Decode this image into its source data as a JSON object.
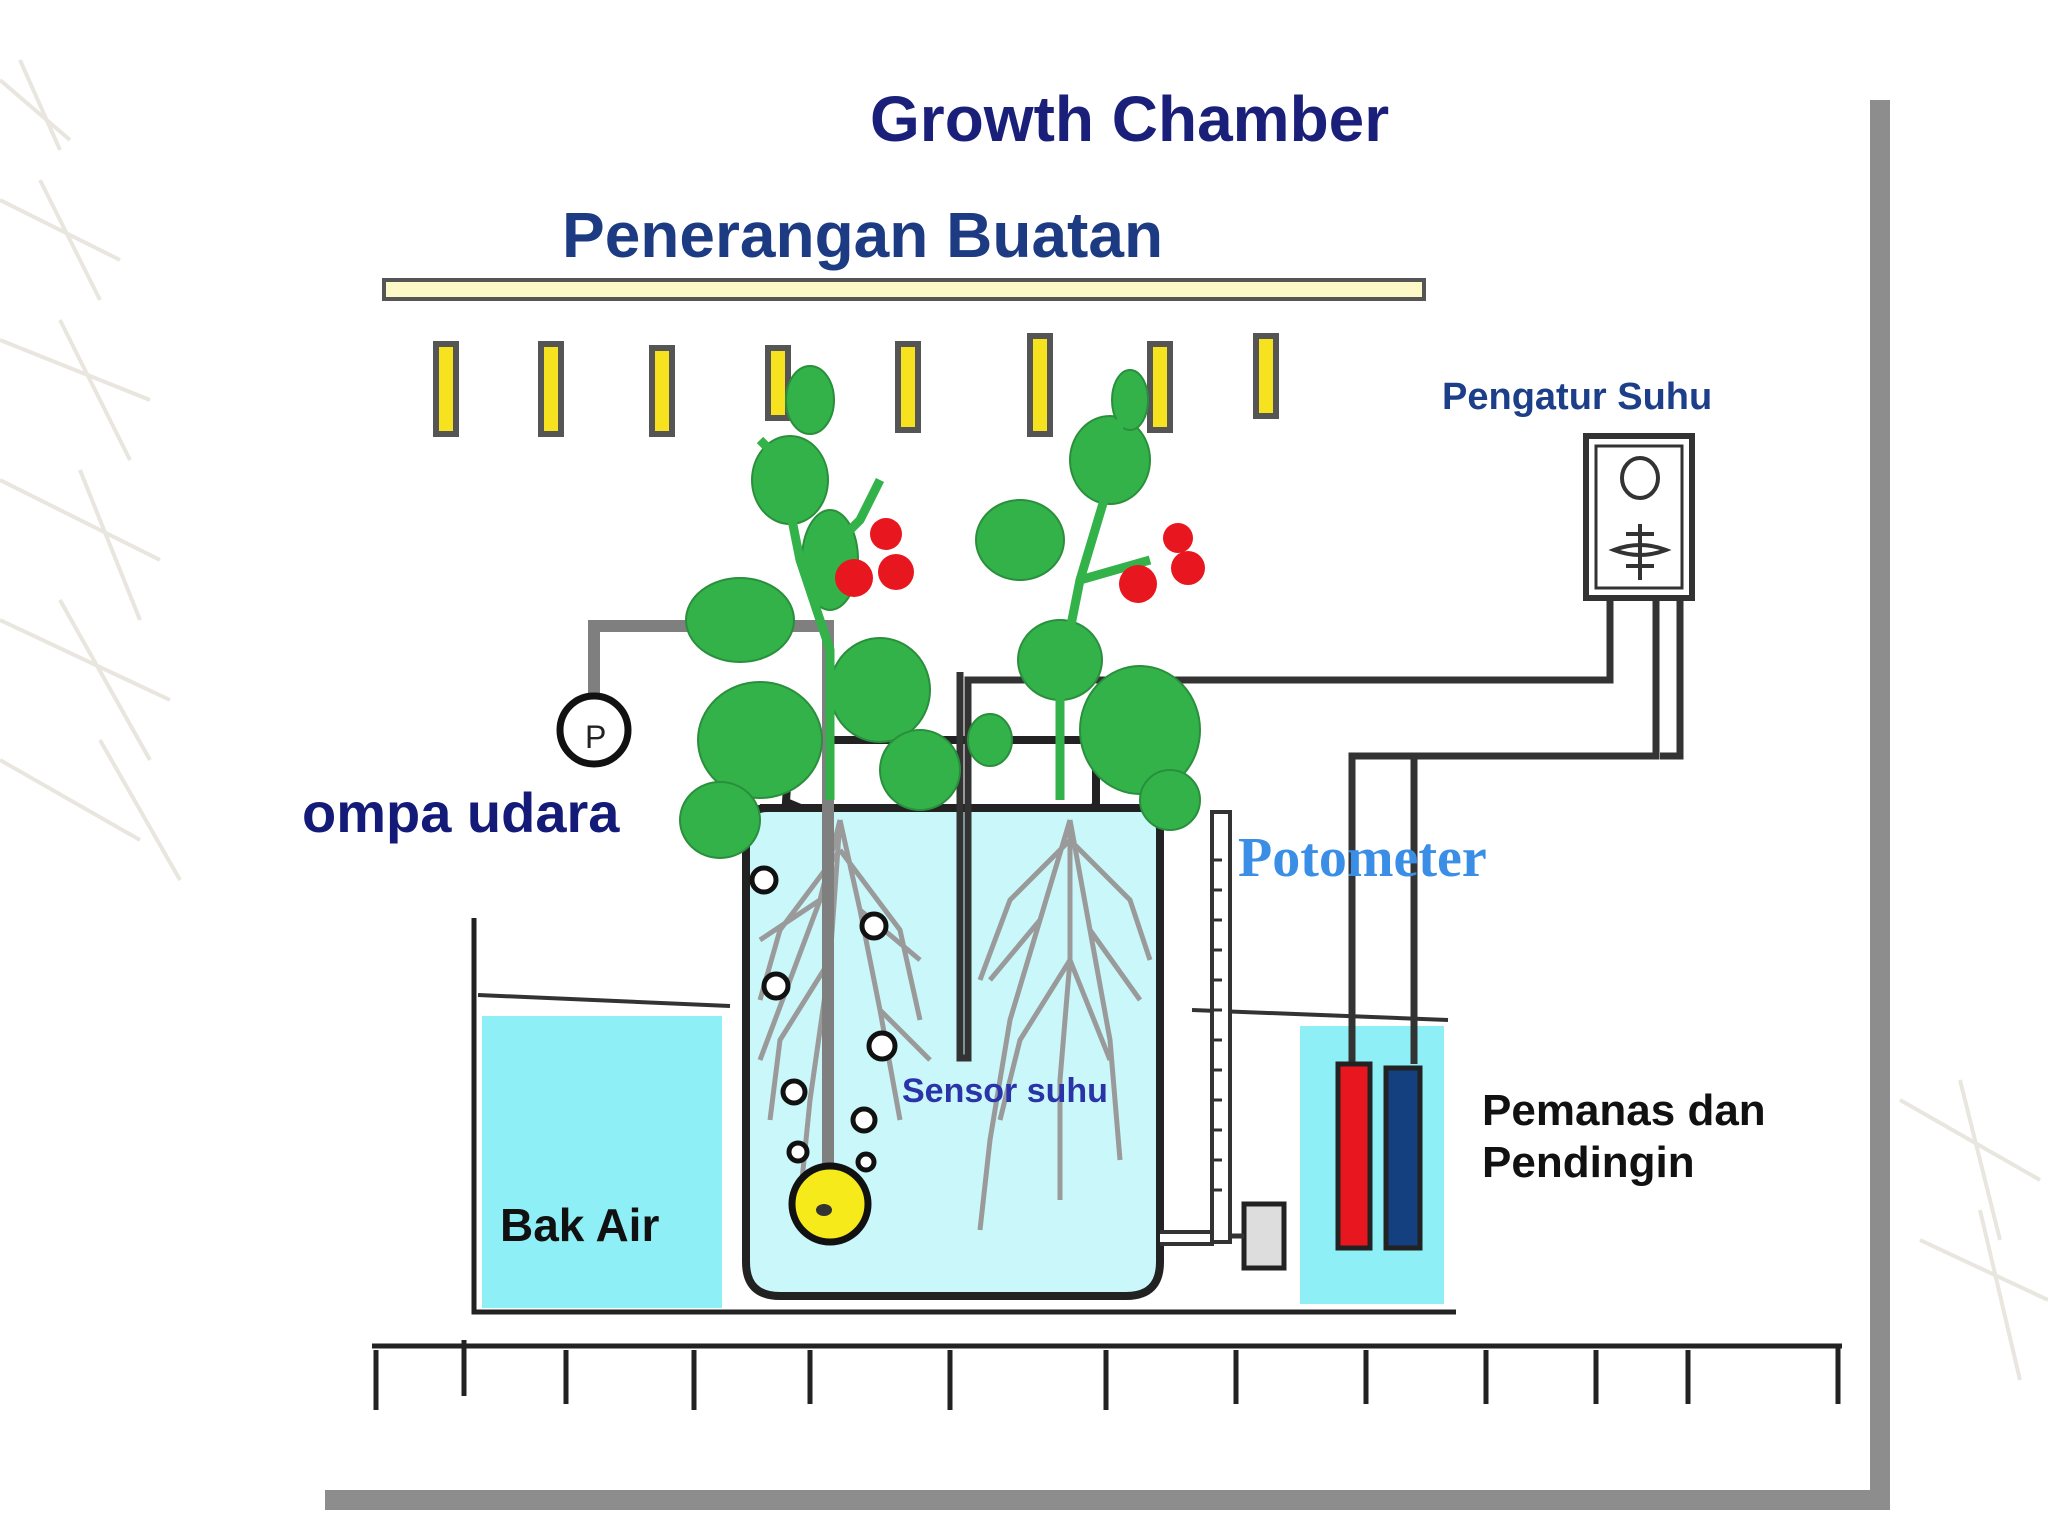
{
  "title": "Growth Chamber",
  "labels": {
    "artificial_light": "Penerangan Buatan",
    "thermostat": "Pengatur Suhu",
    "air_pump": "ompa udara",
    "potometer": "Potometer",
    "temperature_sensor": "Sensor suhu",
    "heater_cooler_line1": "Pemanas dan",
    "heater_cooler_line2": "Pendingin",
    "water_tank": "Bak Air",
    "pump_symbol": "P"
  },
  "colors": {
    "title": "#1a1f7a",
    "light_bar": "#fdf8c8",
    "light_ray": "#f6e21f",
    "water": "#8ef0f6",
    "container_water": "#c9f7fa",
    "leaf": "#33b24a",
    "tomato": "#e8161f",
    "heater": "#e8161f",
    "cooler": "#14407f",
    "frame_shadow": "#8d8d8d",
    "potometer_text": "#3a8ee6"
  },
  "icons": [
    "pump-symbol-icon",
    "thermostat-dial-icon",
    "fan-icon",
    "air-stone-icon"
  ]
}
